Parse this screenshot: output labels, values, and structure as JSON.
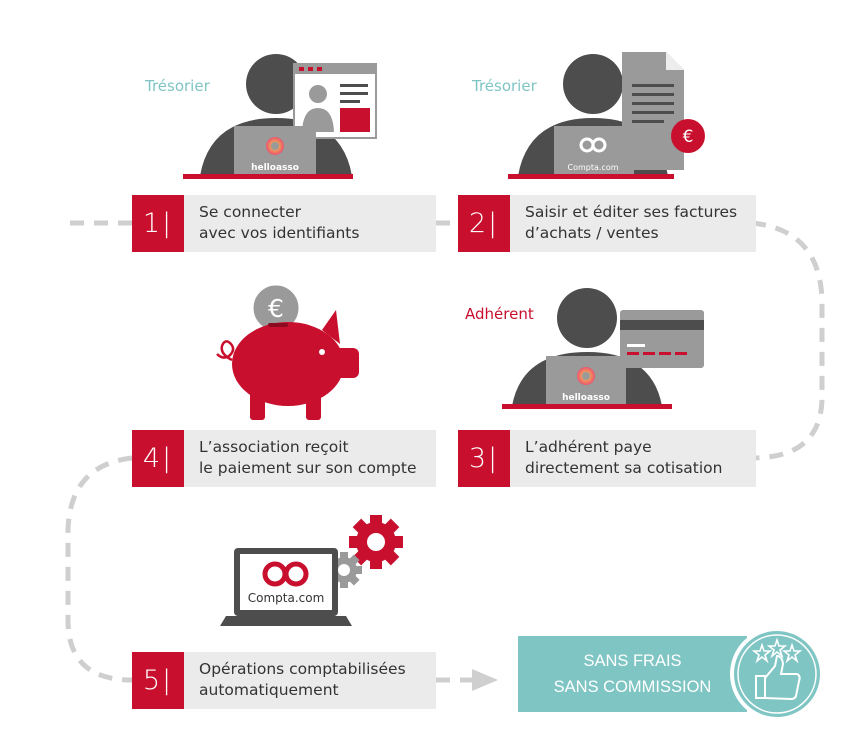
{
  "roles": {
    "tresorier_1": "Trésorier",
    "tresorier_2": "Trésorier",
    "adherent": "Adhérent"
  },
  "steps": [
    {
      "num": "1|",
      "line1": "Se connecter",
      "line2": "avec vos identifiants"
    },
    {
      "num": "2|",
      "line1": "Saisir et éditer ses factures",
      "line2": "d’achats / ventes"
    },
    {
      "num": "3|",
      "line1": "L’adhérent paye",
      "line2": "directement sa cotisation"
    },
    {
      "num": "4|",
      "line1": "L’association reçoit",
      "line2": "le paiement sur son compte"
    },
    {
      "num": "5|",
      "line1": "Opérations comptabilisées",
      "line2": "automatiquement"
    }
  ],
  "logos": {
    "helloasso": "helloasso",
    "compta_small": "Compta.com",
    "compta_large": "Compta.com"
  },
  "symbols": {
    "euro": "€"
  },
  "badge": {
    "line1": "SANS FRAIS",
    "line2": "SANS COMMISSION"
  },
  "colors": {
    "red": "#c8102e",
    "teal": "#7fc5c4",
    "dark_gray": "#4d4d4d",
    "mid_gray": "#9a9a9a",
    "light_gray": "#ebebeb",
    "dash_gray": "#cfcfcf"
  },
  "icons": [
    "person-icon",
    "laptop-icon",
    "id-card-icon",
    "invoice-icon",
    "euro-coin-icon",
    "piggy-bank-icon",
    "credit-card-icon",
    "gears-icon",
    "stars-icon",
    "thumbs-up-icon"
  ]
}
